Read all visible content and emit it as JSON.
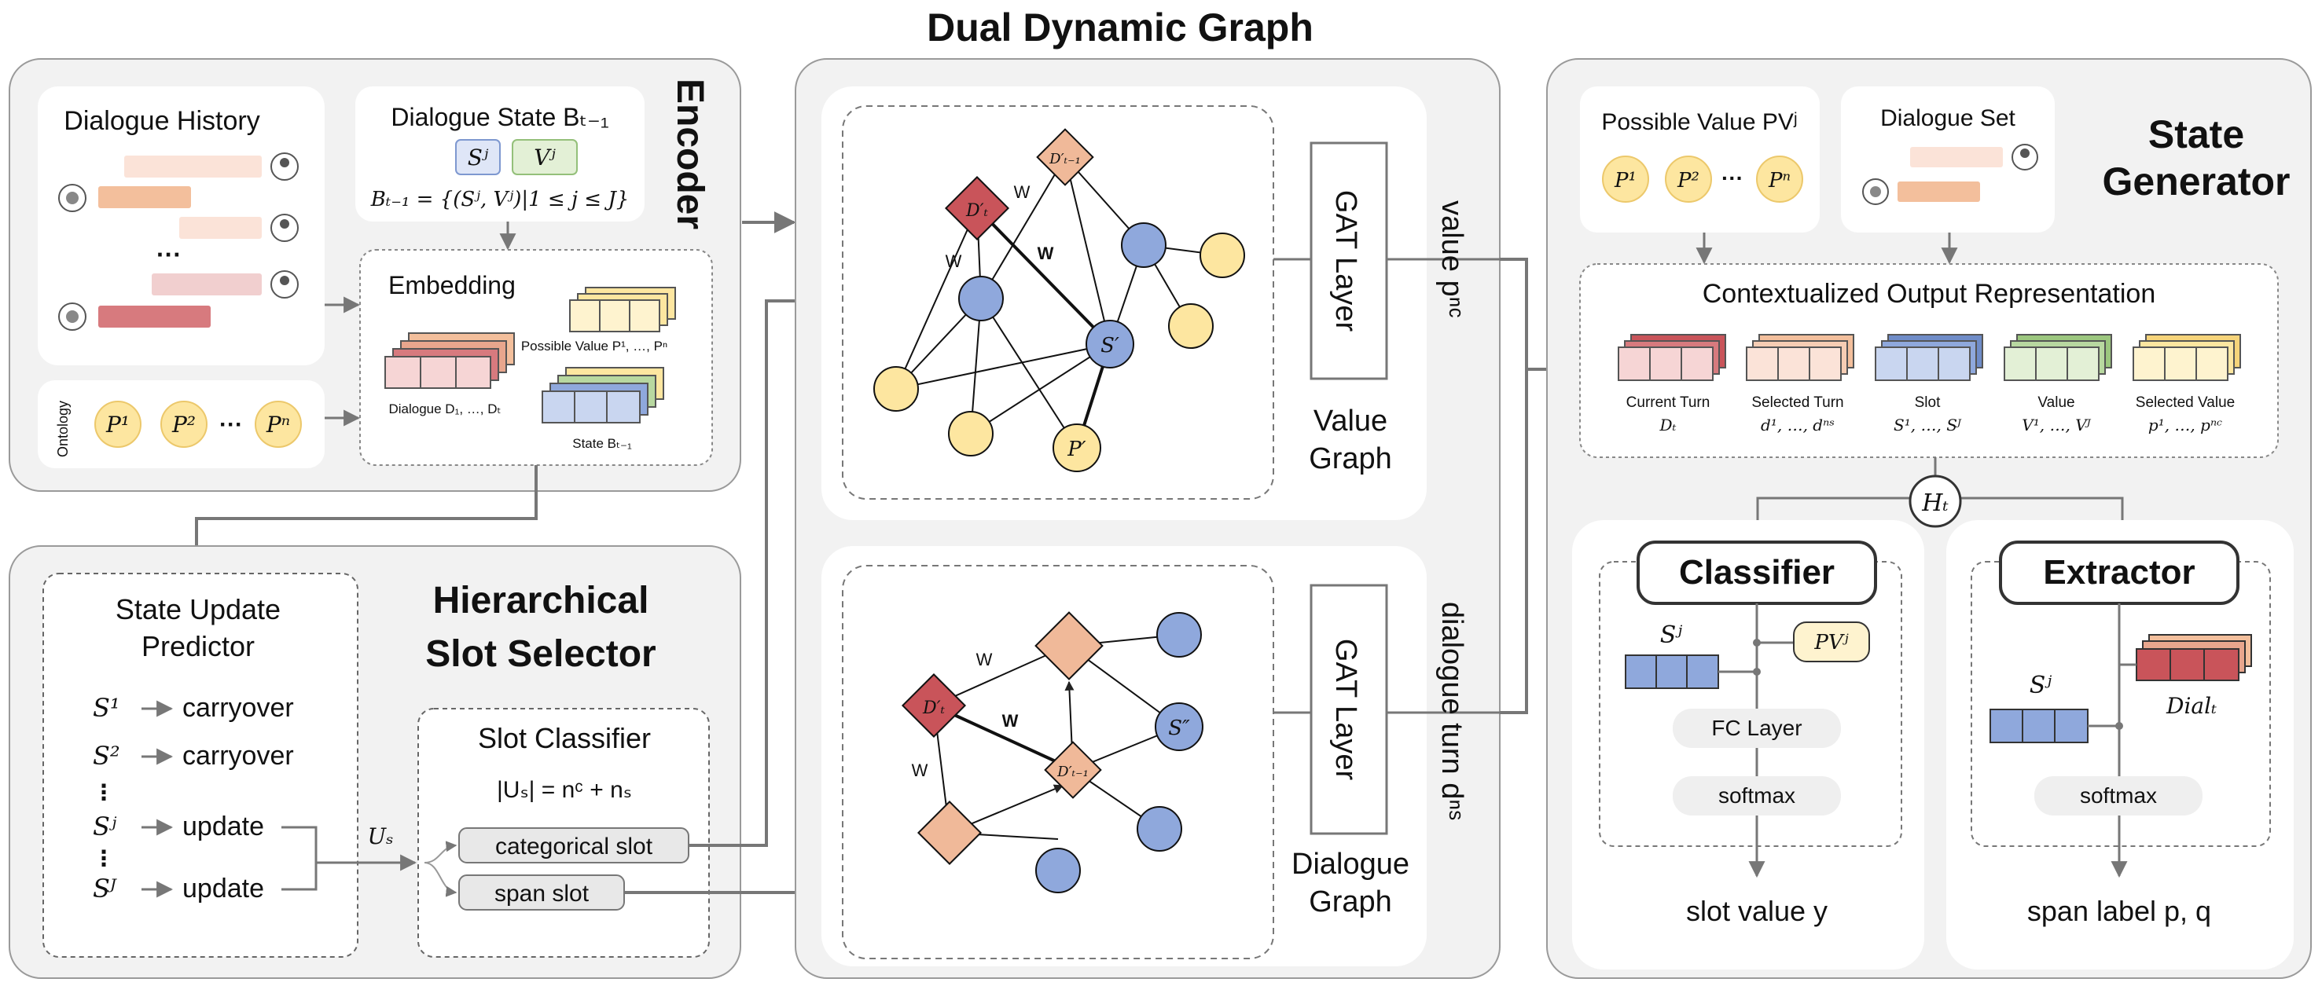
{
  "title": "Dual Dynamic Graph",
  "encoder": {
    "title": "Encoder",
    "dialogue_history": "Dialogue History",
    "dialogue_state_title": "Dialogue State Bₜ₋₁",
    "sj": "Sʲ",
    "vj": "Vʲ",
    "state_formula": "Bₜ₋₁ = {(Sʲ, Vʲ)|1 ≤ j ≤ J}",
    "ontology": "Ontology",
    "p1": "P¹",
    "p2": "P²",
    "pn": "Pⁿ",
    "ellipsis": "···",
    "embedding": "Embedding",
    "possible_value": "Possible Value P¹, …, Pⁿ",
    "dialogue_label": "Dialogue D₁, …, Dₜ",
    "state_label": "State Bₜ₋₁"
  },
  "selector": {
    "title1": "Hierarchical",
    "title2": "Slot Selector",
    "predictor1": "State Update",
    "predictor2": "Predictor",
    "rows": [
      {
        "slot": "S¹",
        "action": "carryover"
      },
      {
        "slot": "S²",
        "action": "carryover"
      },
      {
        "slot": "Sʲ",
        "action": "update"
      },
      {
        "slot": "Sᴶ",
        "action": "update"
      }
    ],
    "us": "Uₛ",
    "slot_classifier": "Slot Classifier",
    "formula": "|Uₛ| = nᶜ + nₛ",
    "categorical": "categorical slot",
    "span": "span slot"
  },
  "graph": {
    "gat1": "GAT Layer",
    "gat2": "GAT Layer",
    "value_graph1": "Value",
    "value_graph2": "Graph",
    "dialogue_graph1": "Dialogue",
    "dialogue_graph2": "Graph",
    "value_side": "value pⁿᶜ",
    "turn_side": "dialogue turn dⁿˢ",
    "w": "W",
    "node_dt": "D′ₜ",
    "node_dt1": "D′ₜ₋₁",
    "node_s": "S′",
    "node_p": "P′",
    "node_s2": "S″"
  },
  "generator": {
    "title1": "State",
    "title2": "Generator",
    "possible_value": "Possible Value PVʲ",
    "dialogue_set": "Dialogue Set",
    "ctx_title": "Contextualized Output Representation",
    "groups": [
      {
        "label": "Current Turn",
        "sub": "Dₜ"
      },
      {
        "label": "Selected Turn",
        "sub": "d¹, …, dⁿˢ"
      },
      {
        "label": "Slot",
        "sub": "S¹, …, Sᴶ"
      },
      {
        "label": "Value",
        "sub": "V¹, …, Vᴶ"
      },
      {
        "label": "Selected Value",
        "sub": "p¹, …, pⁿᶜ"
      }
    ],
    "ht": "Hₜ",
    "classifier": "Classifier",
    "extractor": "Extractor",
    "sj": "Sʲ",
    "pvj": "PVʲ",
    "dial": "Dialₜ",
    "fc": "FC Layer",
    "softmax": "softmax",
    "slot_value": "slot value y",
    "span_label": "span label p, q"
  },
  "colors": {
    "panel": "#f2f2f2",
    "red": "#c9545a",
    "salmon": "#f0b999",
    "blue": "#8fa8dc",
    "yellow": "#fde6a0",
    "green": "#b8d8a0"
  }
}
